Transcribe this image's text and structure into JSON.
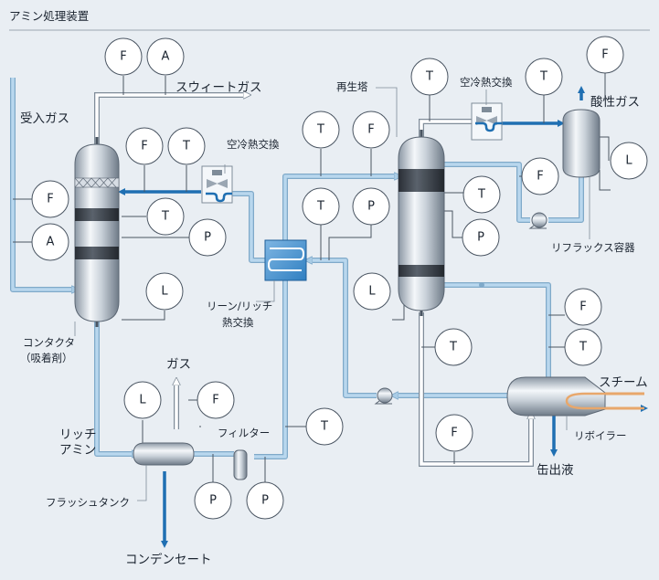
{
  "title": "アミン処理装置",
  "labels": {
    "sweet_gas": "スウィートガス",
    "feed_gas": "受入ガス",
    "air_cooler_1": "空冷熱交換",
    "air_cooler_2": "空冷熱交換",
    "regenerator": "再生塔",
    "acid_gas": "酸性ガス",
    "reflux_drum": "リフラックス容器",
    "contactor_1": "コンタクタ",
    "contactor_2": "（吸着剤）",
    "lean_rich_1": "リーン/リッチ",
    "lean_rich_2": "熱交換",
    "gas": "ガス",
    "filter": "フィルター",
    "rich_amine_1": "リッチ",
    "rich_amine_2": "アミン",
    "flash_tank": "フラッシュタンク",
    "condensate": "コンデンセート",
    "steam": "スチーム",
    "reboiler": "リボイラー",
    "bottoms": "缶出液"
  },
  "instruments": [
    {
      "id": "i1",
      "letter": "F"
    },
    {
      "id": "i2",
      "letter": "A"
    },
    {
      "id": "i3",
      "letter": "F"
    },
    {
      "id": "i4",
      "letter": "T"
    },
    {
      "id": "i5",
      "letter": "T"
    },
    {
      "id": "i6",
      "letter": "P"
    },
    {
      "id": "i7",
      "letter": "L"
    },
    {
      "id": "i8",
      "letter": "F"
    },
    {
      "id": "i9",
      "letter": "A"
    },
    {
      "id": "i10",
      "letter": "T"
    },
    {
      "id": "i11",
      "letter": "T"
    },
    {
      "id": "i12",
      "letter": "F"
    },
    {
      "id": "i13",
      "letter": "T"
    },
    {
      "id": "i14",
      "letter": "F"
    },
    {
      "id": "i15",
      "letter": "L"
    },
    {
      "id": "i16",
      "letter": "F"
    },
    {
      "id": "i17",
      "letter": "T"
    },
    {
      "id": "i18",
      "letter": "P"
    },
    {
      "id": "i19",
      "letter": "T"
    },
    {
      "id": "i20",
      "letter": "P"
    },
    {
      "id": "i21",
      "letter": "L"
    },
    {
      "id": "i22",
      "letter": "F"
    },
    {
      "id": "i23",
      "letter": "T"
    },
    {
      "id": "i24",
      "letter": "T"
    },
    {
      "id": "i25",
      "letter": "F"
    },
    {
      "id": "i26",
      "letter": "L"
    },
    {
      "id": "i27",
      "letter": "F"
    },
    {
      "id": "i28",
      "letter": "P"
    },
    {
      "id": "i29",
      "letter": "P"
    },
    {
      "id": "i30",
      "letter": "T"
    }
  ]
}
